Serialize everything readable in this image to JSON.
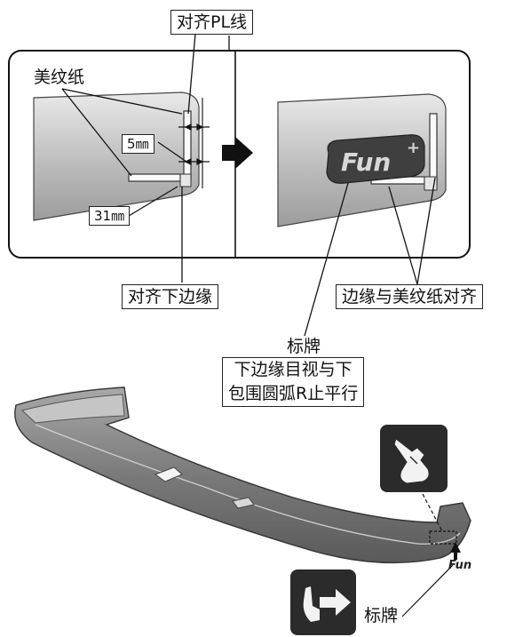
{
  "labels": {
    "align_pl_line": "对齐PL线",
    "textured_paper": "美纹纸",
    "dim_5mm": "5㎜",
    "dim_31mm": "31㎜",
    "align_bottom_edge": "对齐下边缘",
    "edge_align_paper": "边缘与美纹纸对齐",
    "badge_title": "标牌",
    "badge_line1": "下边缘目视与下",
    "badge_line2": "包围圆弧R止平行",
    "badge_label_bottom": "标牌",
    "emblem_text": "Fun",
    "emblem_plus": "+"
  },
  "icons": {
    "panel_arrow": "right-arrow-icon",
    "hand_pressing": "hand-press-icon",
    "hand_insert": "hand-insert-arrow-icon"
  },
  "colors": {
    "ink": "#111111",
    "part_gray": "#8a8a8a",
    "emblem_dark": "#3a3a3a",
    "icon_bg": "#2b2b2b"
  }
}
